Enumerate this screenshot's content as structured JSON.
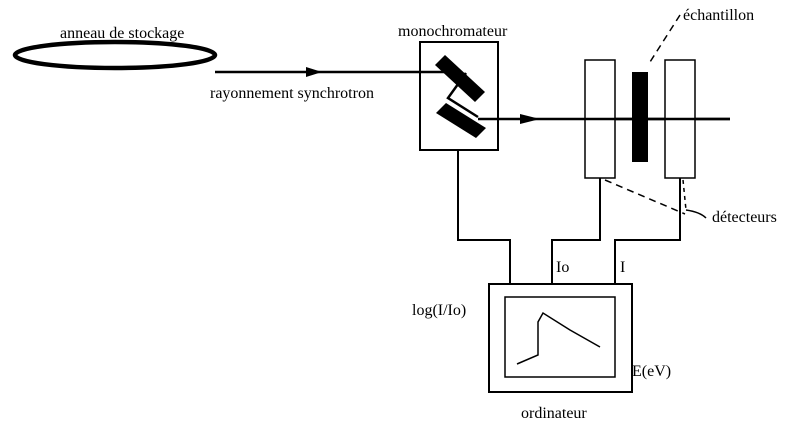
{
  "labels": {
    "ring": "anneau de stockage",
    "beam": "rayonnement synchrotron",
    "mono": "monochromateur",
    "sample": "échantillon",
    "detectors": "détecteurs",
    "io": "Io",
    "i": "I",
    "yaxis": "log(I/Io)",
    "xaxis": "E(eV)",
    "computer": "ordinateur"
  },
  "colors": {
    "line": "#000000",
    "background": "#ffffff"
  }
}
